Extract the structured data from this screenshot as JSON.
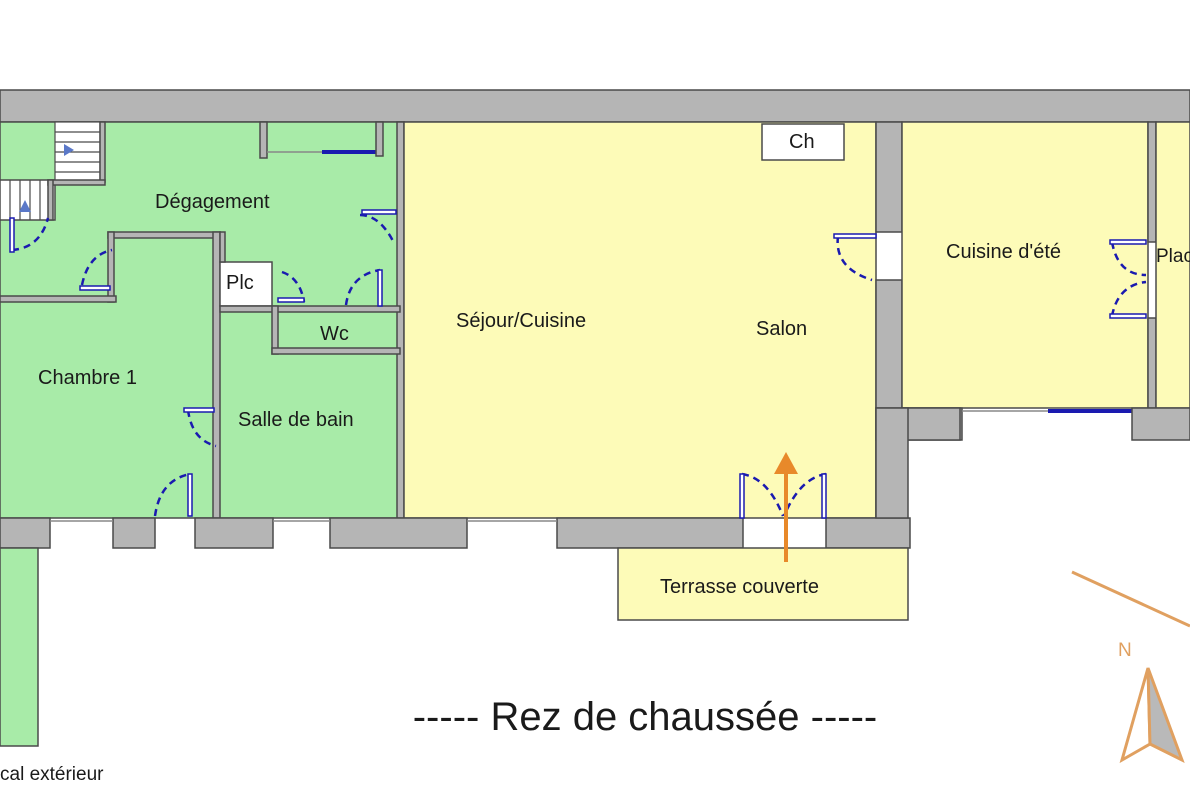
{
  "rooms": {
    "degagement": "Dégagement",
    "chambre1": "Chambre 1",
    "plc": "Plc",
    "wc": "Wc",
    "salle_de_bain": "Salle de bain",
    "sejour_cuisine": "Séjour/Cuisine",
    "salon": "Salon",
    "ch": "Ch",
    "cuisine_ete": "Cuisine d'été",
    "placard_partial": "Plac",
    "terrasse": "Terrasse couverte",
    "local_exterieur_partial": "cal extérieur"
  },
  "title": "-----  Rez de chaussée  -----",
  "compass": {
    "north_label": "N"
  },
  "colors": {
    "green_room": "#a8eba8",
    "yellow_room": "#fdfbb8",
    "wall": "#b5b5b5",
    "wall_outline": "#4a4a4a",
    "door_swing": "#1a1ab0",
    "entrance_arrow": "#e8892a",
    "compass": "#e0a060"
  }
}
